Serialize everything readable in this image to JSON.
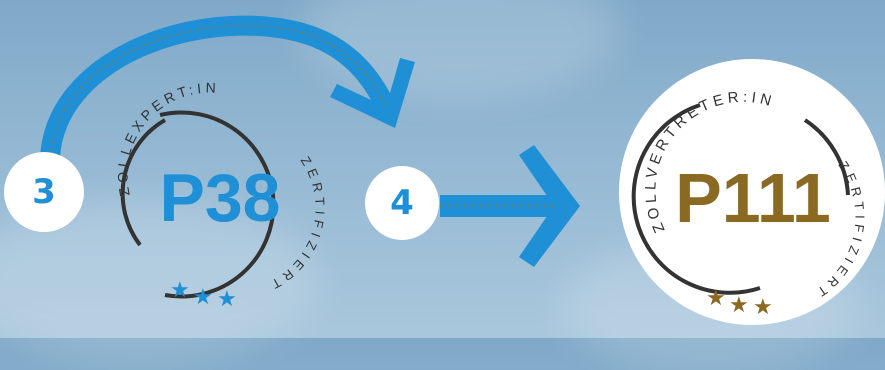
{
  "steps": {
    "step3": "3",
    "step4": "4"
  },
  "badge_p38": {
    "code": "P38",
    "top_text": "ZOLLEXPERT:IN",
    "side_text": "ZERTIFIZIERT",
    "stars": 3,
    "color": "#1f8fd6"
  },
  "badge_p111": {
    "code": "P111",
    "top_text": "ZOLLVERTRETER:IN",
    "side_text": "ZERTIFIZIERT",
    "stars": 3,
    "color": "#8a6a22"
  },
  "colors": {
    "accent_blue": "#1f8fd6",
    "gold": "#8a6a22",
    "ring": "#333333"
  }
}
